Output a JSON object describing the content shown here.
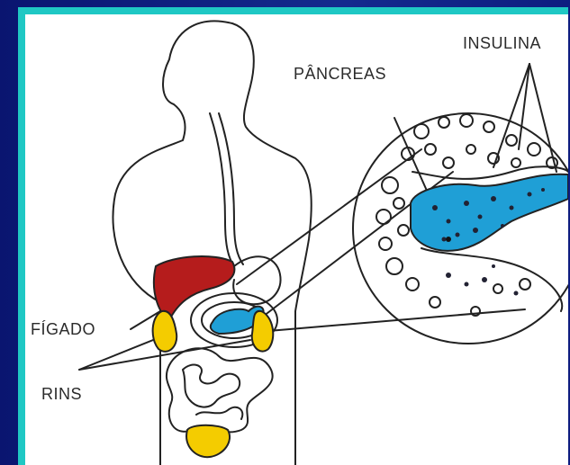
{
  "labels": {
    "insulina": "INSULINA",
    "pancreas": "PÂNCREAS",
    "figado": "FÍGADO",
    "rins": "RINS"
  },
  "colors": {
    "liver": "#b51c1c",
    "pancreas": "#1f9fd6",
    "kidneys": "#f4cc00",
    "bladder": "#f4cc00",
    "frame": "#1fc8c4",
    "background": "#0d1a78"
  }
}
